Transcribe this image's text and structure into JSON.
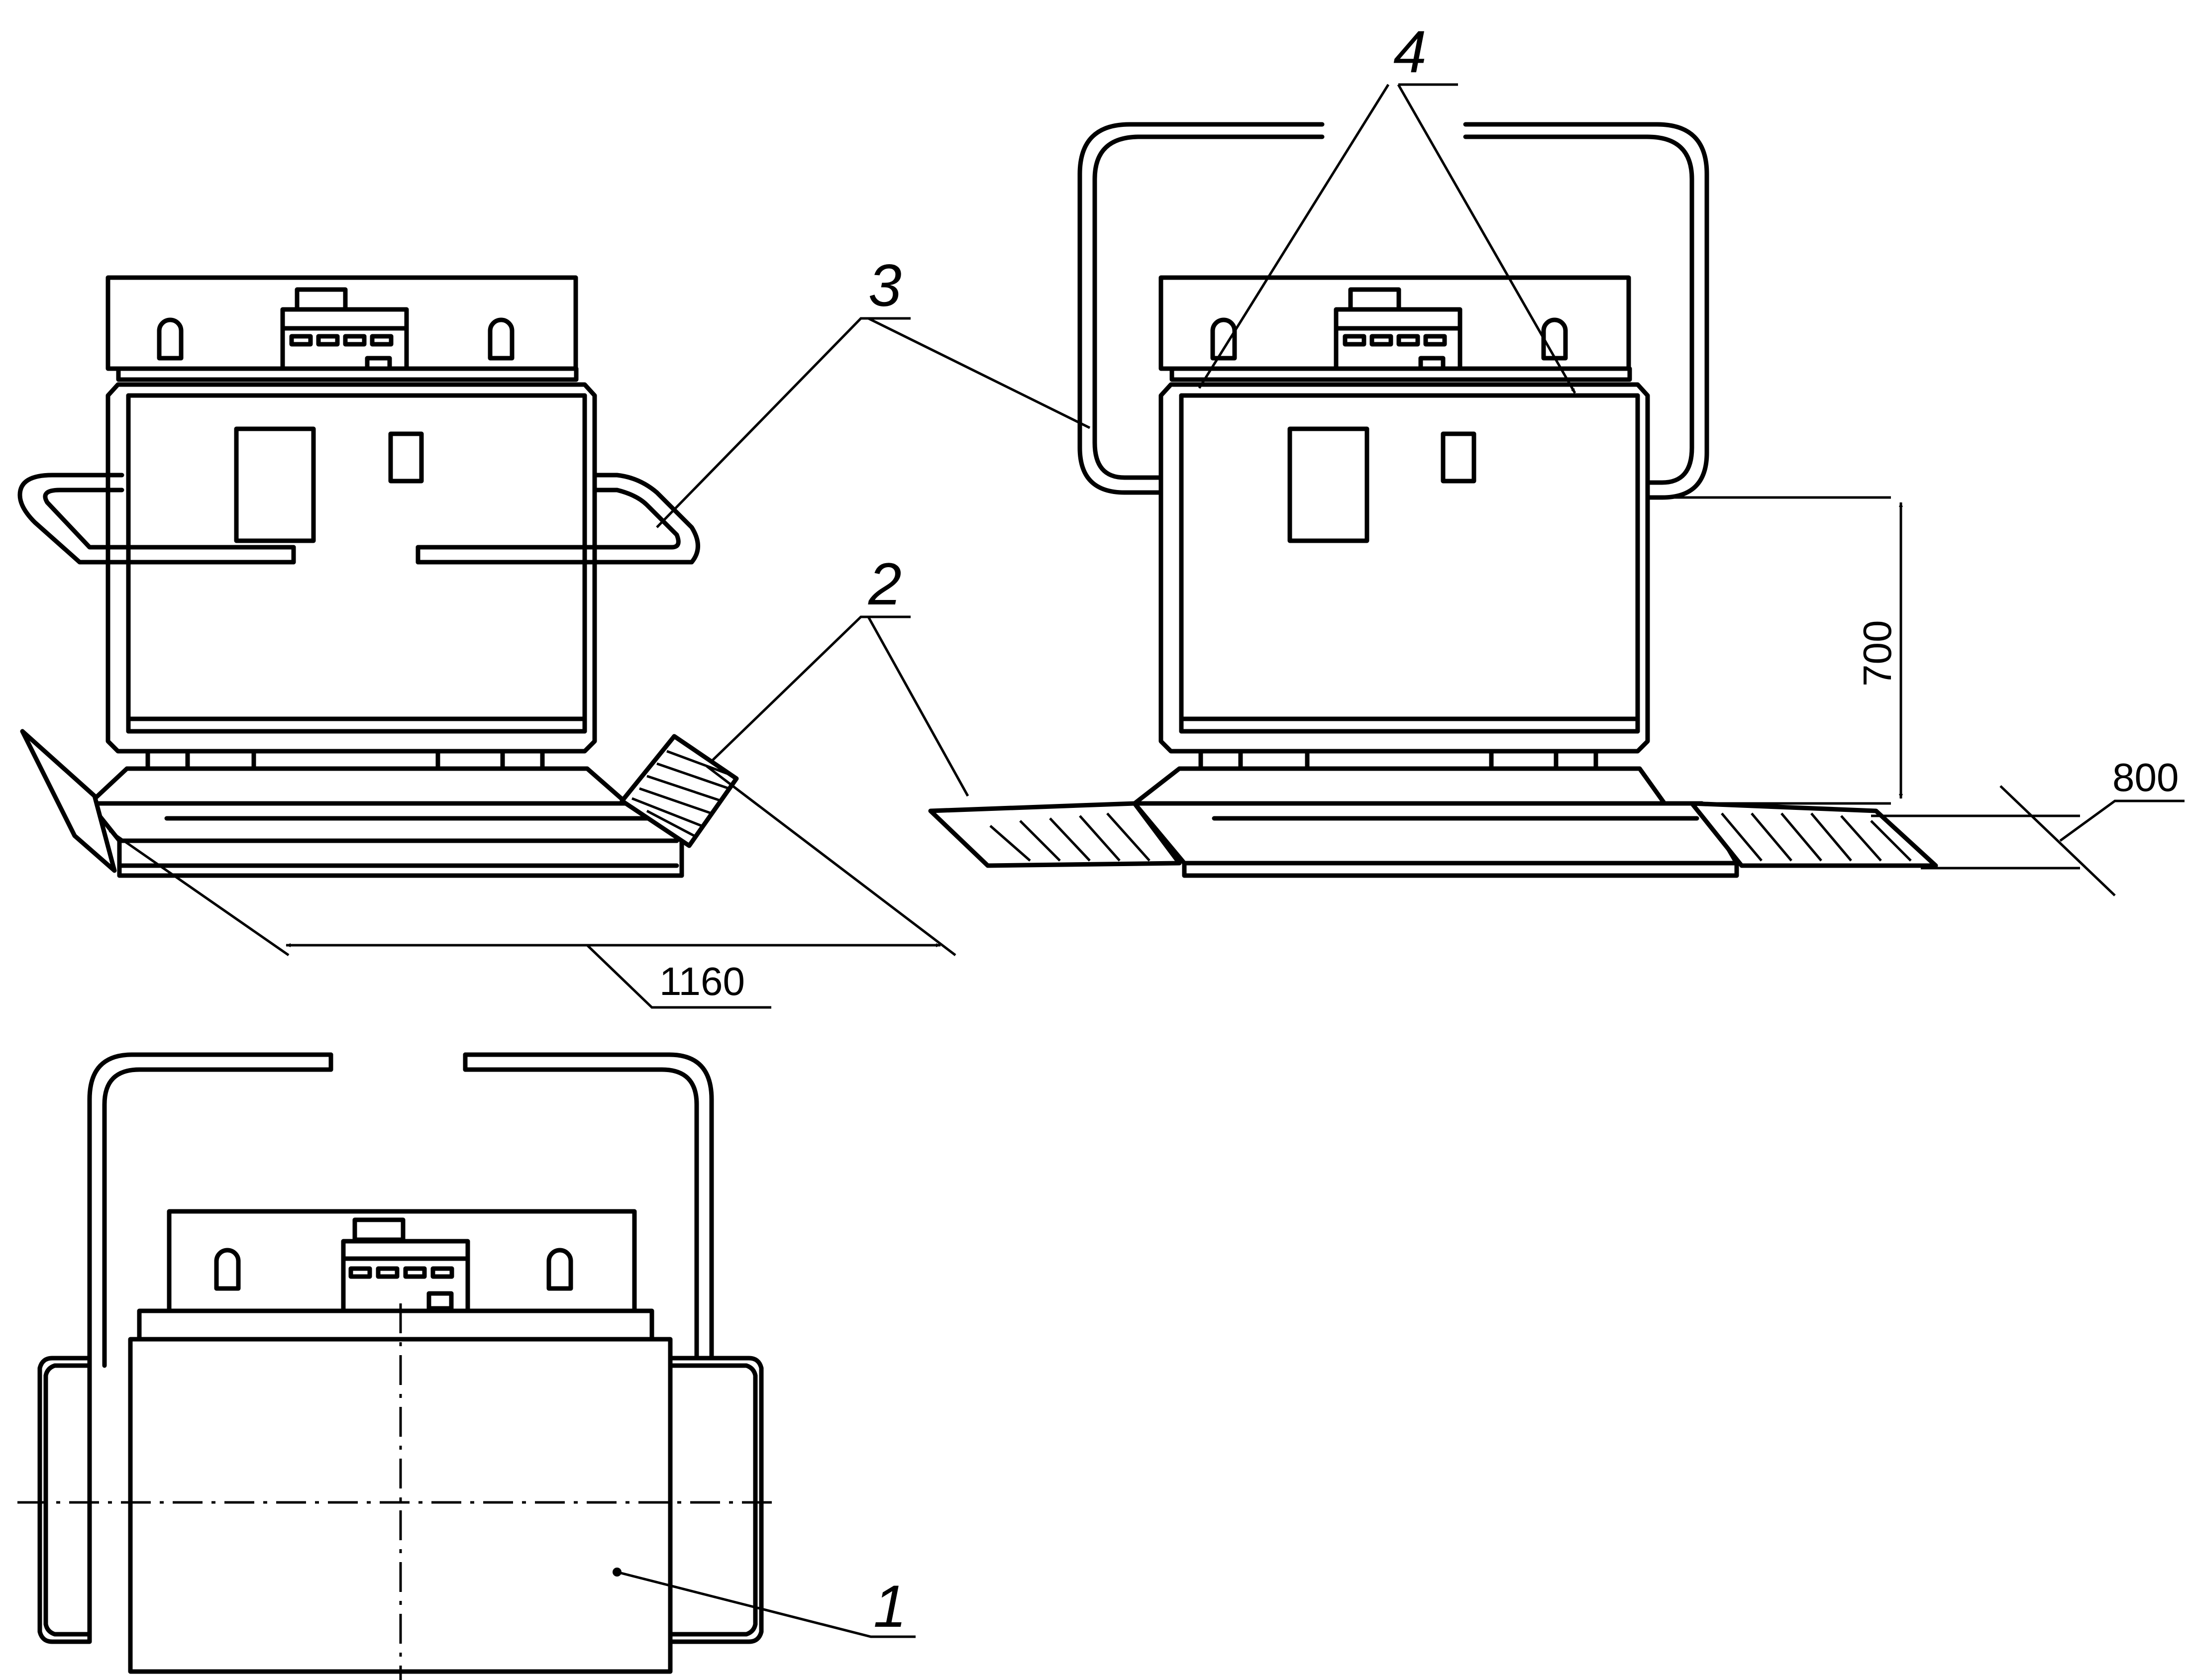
{
  "callouts": {
    "c1": "1",
    "c2": "2",
    "c3": "3",
    "c4": "4"
  },
  "dimensions": {
    "width_1160": "1160",
    "height_700": "700",
    "offset_800": "800"
  }
}
